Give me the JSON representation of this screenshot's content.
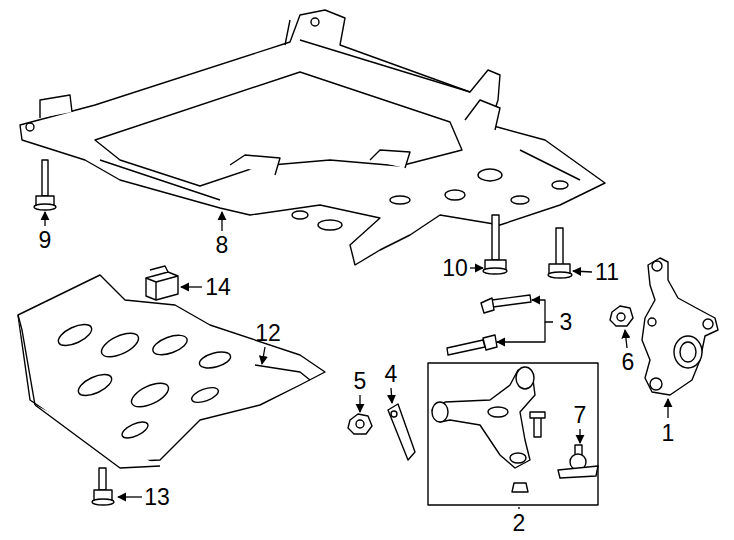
{
  "diagram": {
    "labels": [
      "9",
      "8",
      "10",
      "11",
      "14",
      "3",
      "12",
      "6",
      "5",
      "4",
      "7",
      "1",
      "2",
      "13"
    ]
  }
}
